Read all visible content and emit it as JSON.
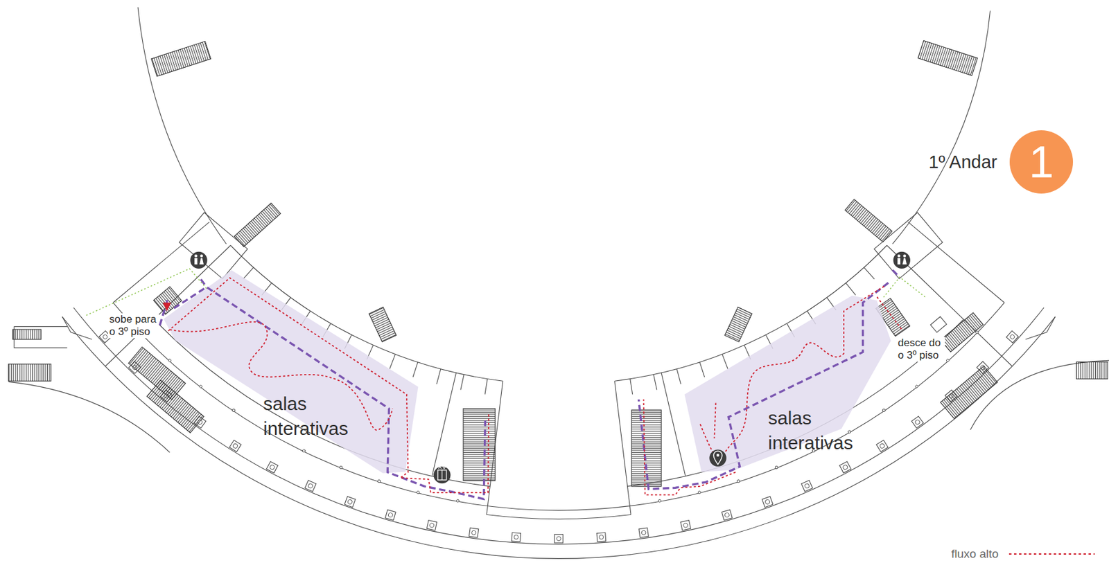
{
  "diagram": {
    "nodes": [
      {
        "text": [
          "1º Andar",
          "1"
        ]
      },
      {
        "text": [
          "salas interativas"
        ]
      },
      {
        "text": [
          "salas interativas"
        ]
      }
    ],
    "labels": [
      "sobe para o 3º piso",
      "desce do o 3º piso"
    ],
    "legend": [
      {
        "text": "fluxo alto"
      }
    ]
  }
}
